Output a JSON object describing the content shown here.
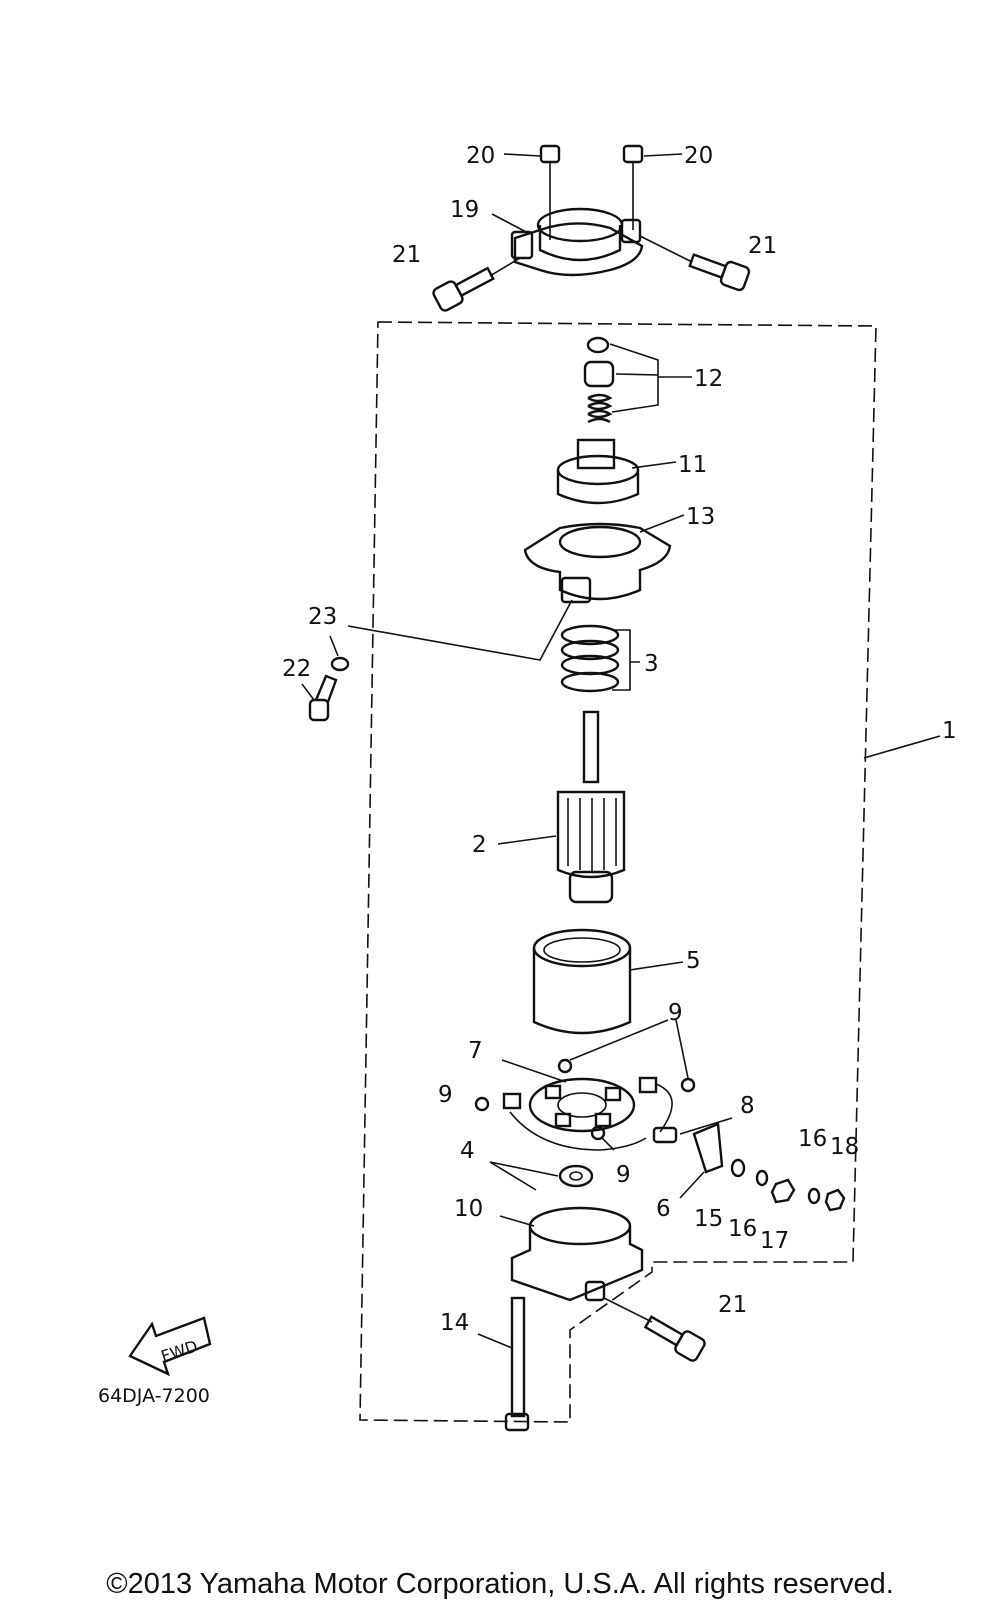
{
  "callouts": {
    "c1": "1",
    "c2": "2",
    "c3": "3",
    "c4": "4",
    "c5": "5",
    "c6": "6",
    "c7": "7",
    "c8": "8",
    "c9a": "9",
    "c9b": "9",
    "c9c": "9",
    "c10": "10",
    "c11": "11",
    "c12": "12",
    "c13": "13",
    "c14": "14",
    "c15": "15",
    "c16a": "16",
    "c16b": "16",
    "c17": "17",
    "c18": "18",
    "c19": "19",
    "c20a": "20",
    "c20b": "20",
    "c21a": "21",
    "c21b": "21",
    "c21c": "21",
    "c22": "22",
    "c23": "23"
  },
  "fwd_label": "FWD",
  "diagram_code": "64DJA-7200",
  "copyright": "©2013 Yamaha Motor Corporation, U.S.A. All rights reserved."
}
